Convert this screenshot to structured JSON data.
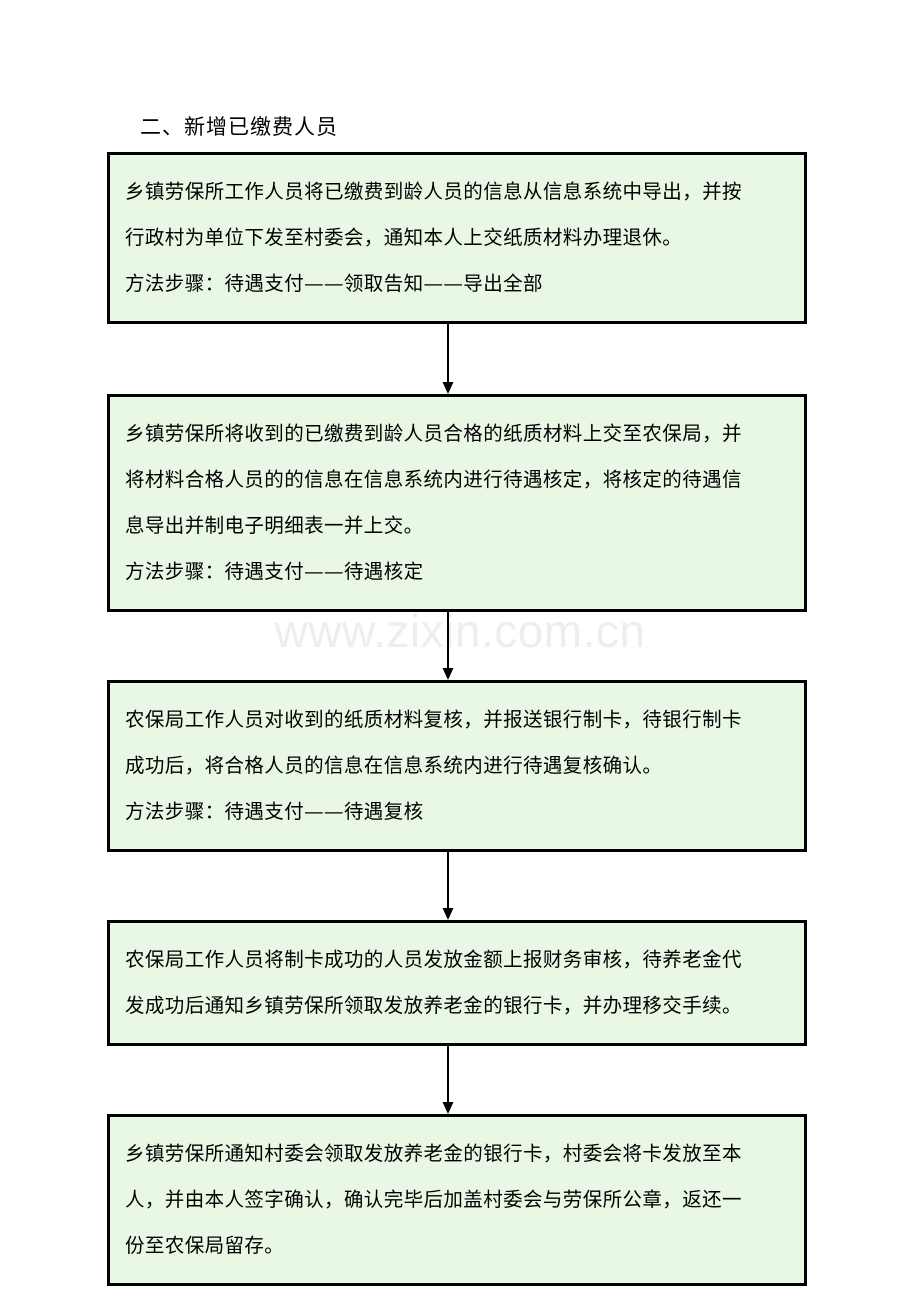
{
  "document": {
    "heading": "二、新增已缴费人员",
    "watermark": "www.zixin.com.cn",
    "box_fill_color": "#e9f8e5",
    "box_border_color": "#000000",
    "watermark_color": "#eeeeee",
    "page_background": "#ffffff"
  },
  "flow": {
    "boxes": [
      {
        "id": "step-1",
        "lines": [
          "乡镇劳保所工作人员将已缴费到龄人员的信息从信息系统中导出，并按",
          "行政村为单位下发至村委会，通知本人上交纸质材料办理退休。",
          "方法步骤：待遇支付——领取告知——导出全部"
        ]
      },
      {
        "id": "step-2",
        "lines": [
          "乡镇劳保所将收到的已缴费到龄人员合格的纸质材料上交至农保局，并",
          "将材料合格人员的的信息在信息系统内进行待遇核定，将核定的待遇信",
          "息导出并制电子明细表一并上交。",
          "方法步骤：待遇支付——待遇核定"
        ]
      },
      {
        "id": "step-3",
        "lines": [
          "农保局工作人员对收到的纸质材料复核，并报送银行制卡，待银行制卡",
          "成功后，将合格人员的信息在信息系统内进行待遇复核确认。",
          "方法步骤：待遇支付——待遇复核"
        ]
      },
      {
        "id": "step-4",
        "lines": [
          "农保局工作人员将制卡成功的人员发放金额上报财务审核，待养老金代",
          "发成功后通知乡镇劳保所领取发放养老金的银行卡，并办理移交手续。"
        ]
      },
      {
        "id": "step-5",
        "lines": [
          "乡镇劳保所通知村委会领取发放养老金的银行卡，村委会将卡发放至本",
          "人，并由本人签字确认，确认完毕后加盖村委会与劳保所公章，返还一",
          "份至农保局留存。"
        ]
      }
    ],
    "connectors": [
      {
        "id": "connector-1-2",
        "height": 70
      },
      {
        "id": "connector-2-3",
        "height": 68
      },
      {
        "id": "connector-3-4",
        "height": 68
      },
      {
        "id": "connector-4-5",
        "height": 68
      }
    ]
  }
}
